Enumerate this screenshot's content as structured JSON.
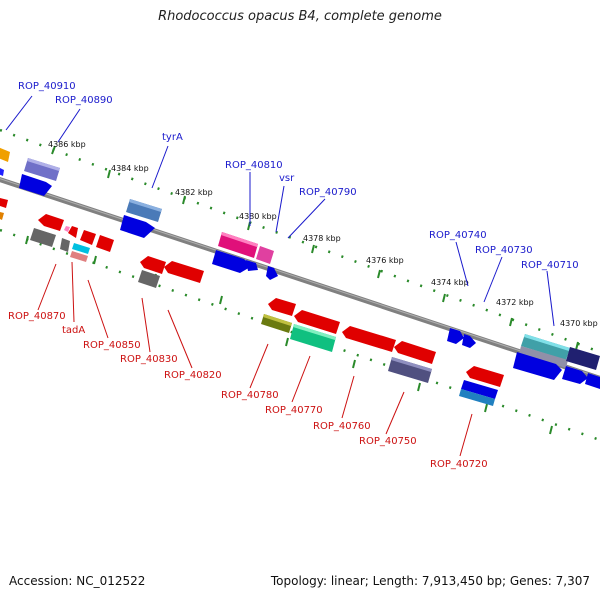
{
  "title": "Rhodococcus opacus B4, complete genome",
  "footer": {
    "accession": "Accession: NC_012522",
    "info": "Topology: linear; Length: 7,913,450 bp; Genes: 7,307"
  },
  "colors": {
    "forward_label": "#1a1acc",
    "reverse_label": "#cc1111",
    "backbone": "#808080",
    "tick_dot": "#2a8a2a"
  },
  "scale_ticks": [
    "4386 kbp",
    "4384 kbp",
    "4382 kbp",
    "4380 kbp",
    "4378 kbp",
    "4376 kbp",
    "4374 kbp",
    "4372 kbp",
    "4370 kbp"
  ],
  "forward_labels": [
    "ROP_40910",
    "ROP_40890",
    "tyrA",
    "ROP_40810",
    "vsr",
    "ROP_40790",
    "ROP_40740",
    "ROP_40730",
    "ROP_40710"
  ],
  "reverse_labels": [
    "ROP_40870",
    "tadA",
    "ROP_40850",
    "ROP_40830",
    "ROP_40820",
    "ROP_40780",
    "ROP_40770",
    "ROP_40760",
    "ROP_40750",
    "ROP_40720"
  ]
}
